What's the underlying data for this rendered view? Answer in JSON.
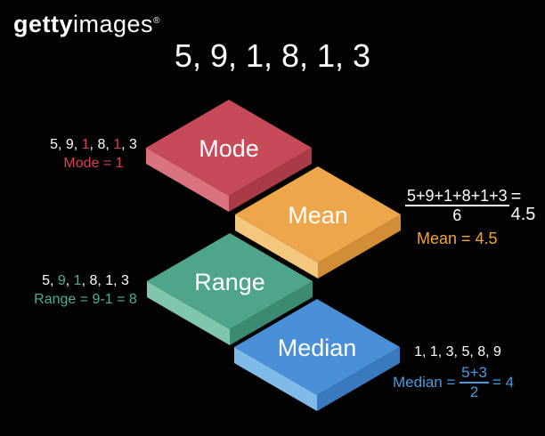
{
  "watermark": {
    "brand_bold": "getty",
    "brand_regular": "images",
    "registered": "®"
  },
  "title": "5, 9, 1, 8, 1, 3",
  "palette": {
    "background": "#020202",
    "text_white": "#ffffff",
    "mode_accent": "#d6404f",
    "range_accent": "#4fae93",
    "mean_accent": "#eea43f",
    "median_accent": "#4a9ade"
  },
  "tiles": {
    "mode": {
      "label": "Mode",
      "top_color": "#c64a57",
      "left_color": "#db737f",
      "right_color": "#a93a47"
    },
    "mean": {
      "label": "Mean",
      "top_color": "#eea64a",
      "left_color": "#f4c67e",
      "right_color": "#d18e36"
    },
    "range": {
      "label": "Range",
      "top_color": "#4fa58b",
      "left_color": "#7fc6ac",
      "right_color": "#3d8a72"
    },
    "median": {
      "label": "Median",
      "top_color": "#4a90d8",
      "left_color": "#7fbae9",
      "right_color": "#3a79bd"
    }
  },
  "annotations": {
    "mode": {
      "seq": {
        "p1": "5, 9, ",
        "h1": "1",
        "p2": ", 8, ",
        "h2": "1",
        "p3": ", 3"
      },
      "result": "Mode = 1"
    },
    "range": {
      "seq": {
        "p1": "5, ",
        "h1": "9",
        "p2": ", ",
        "h2": "1",
        "p3": ", 8, 1, 3"
      },
      "result": "Range = 9-1 = 8"
    },
    "mean": {
      "numerator": "5+9+1+8+1+3",
      "denominator": "6",
      "equals": "= 4.5",
      "result": "Mean = 4.5"
    },
    "median": {
      "sorted": "1, 1, 3, 5, 8, 9",
      "label": "Median =",
      "numerator": "5+3",
      "denominator": "2",
      "equals": "= 4"
    }
  }
}
